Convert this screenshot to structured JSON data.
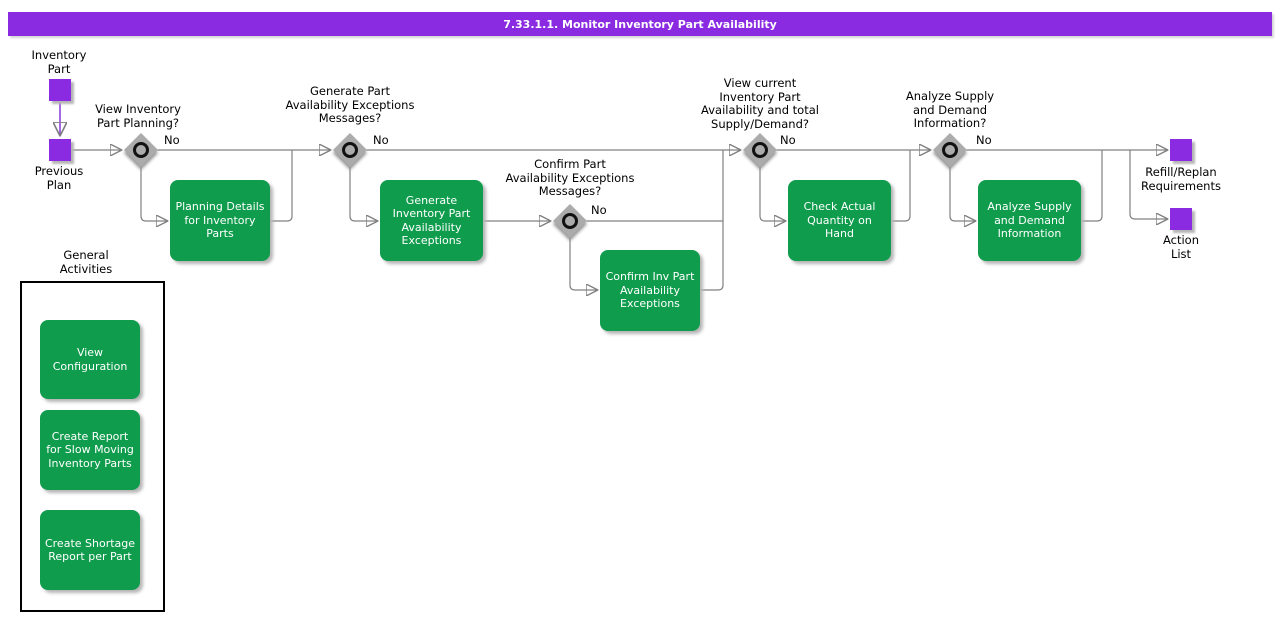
{
  "title_bar": {
    "text": "7.33.1.1. Monitor Inventory Part Availability"
  },
  "start_nodes": {
    "inventory_part": "Inventory\nPart",
    "previous_plan": "Previous\nPlan"
  },
  "end_nodes": {
    "refill_replan": "Refill/Replan\nRequirements",
    "action_list": "Action\nList"
  },
  "decisions": [
    {
      "question": "View Inventory\nPart Planning?",
      "branch": "No"
    },
    {
      "question": "Generate Part\nAvailability Exceptions\nMessages?",
      "branch": "No"
    },
    {
      "question": "Confirm Part\nAvailability Exceptions\nMessages?",
      "branch": "No"
    },
    {
      "question": "View current\nInventory Part\nAvailability and total\nSupply/Demand?",
      "branch": "No"
    },
    {
      "question": "Analyze Supply\nand Demand\nInformation?",
      "branch": "No"
    }
  ],
  "activities": [
    "Planning Details\nfor Inventory\nParts",
    "Generate\nInventory Part\nAvailability\nExceptions",
    "Confirm Inv Part\nAvailability\nExceptions",
    "Check Actual\nQuantity on\nHand",
    "Analyze Supply\nand Demand\nInformation"
  ],
  "general_activities": {
    "title": "General\nActivities",
    "items": [
      "View\nConfiguration",
      "Create Report\nfor Slow Moving\nInventory Parts",
      "Create Shortage\nReport per Part"
    ]
  },
  "colors": {
    "purple": "#8A2BE2",
    "green": "#0F9C4D",
    "line_gray": "#808080",
    "diamond_gray": "#ABABAB",
    "box_text": "#FFFFFF",
    "label_text": "#000000"
  }
}
